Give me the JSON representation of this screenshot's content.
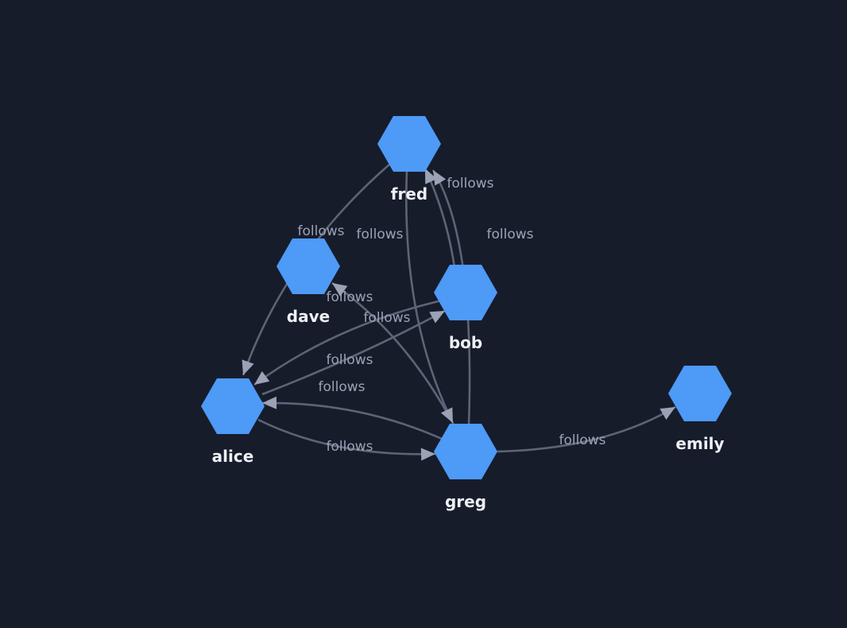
{
  "colors": {
    "background": "#171c2b",
    "node": "#4d9af7",
    "edge": "#5d6476",
    "arrow": "#9aa3b5"
  },
  "nodes": [
    {
      "id": "fred",
      "label": "fred"
    },
    {
      "id": "dave",
      "label": "dave"
    },
    {
      "id": "bob",
      "label": "bob"
    },
    {
      "id": "alice",
      "label": "alice"
    },
    {
      "id": "greg",
      "label": "greg"
    },
    {
      "id": "emily",
      "label": "emily"
    }
  ],
  "edges": [
    {
      "from": "fred",
      "to": "alice",
      "label": "follows"
    },
    {
      "from": "greg",
      "to": "dave",
      "label": "follows"
    },
    {
      "from": "bob",
      "to": "alice",
      "label": "follows"
    },
    {
      "from": "alice",
      "to": "bob",
      "label": "follows"
    },
    {
      "from": "greg",
      "to": "alice",
      "label": "follows"
    },
    {
      "from": "alice",
      "to": "greg",
      "label": "follows"
    },
    {
      "from": "fred",
      "to": "greg",
      "label": "follows"
    },
    {
      "from": "bob",
      "to": "fred",
      "label": "follows"
    },
    {
      "from": "greg",
      "to": "fred",
      "label": "follows"
    },
    {
      "from": "greg",
      "to": "emily",
      "label": "follows"
    }
  ]
}
